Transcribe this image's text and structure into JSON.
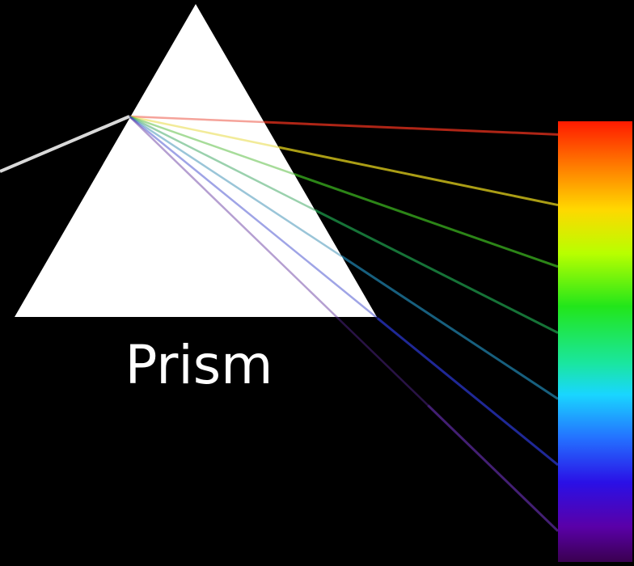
{
  "label": "Prism",
  "colors": {
    "background": "#000000",
    "prism": "#ffffff",
    "incident_ray": "#d9d9d9"
  },
  "rays": [
    {
      "color": "#e8321e",
      "spectrum_position": 0.03
    },
    {
      "color": "#e3d21c",
      "spectrum_position": 0.19
    },
    {
      "color": "#3bb21f",
      "spectrum_position": 0.33
    },
    {
      "color": "#1e9a4a",
      "spectrum_position": 0.48
    },
    {
      "color": "#1f7fa8",
      "spectrum_position": 0.63
    },
    {
      "color": "#2a36c8",
      "spectrum_position": 0.78
    },
    {
      "color": "#5a2a9a",
      "spectrum_position": 0.93
    }
  ],
  "spectrum": [
    {
      "offset": 0.0,
      "color": "#ff1a00"
    },
    {
      "offset": 0.1,
      "color": "#ff7a00"
    },
    {
      "offset": 0.2,
      "color": "#ffd800"
    },
    {
      "offset": 0.3,
      "color": "#b8ff00"
    },
    {
      "offset": 0.42,
      "color": "#22e61a"
    },
    {
      "offset": 0.55,
      "color": "#1ae6a0"
    },
    {
      "offset": 0.62,
      "color": "#19d6ff"
    },
    {
      "offset": 0.72,
      "color": "#2470ff"
    },
    {
      "offset": 0.82,
      "color": "#2a10e6"
    },
    {
      "offset": 0.92,
      "color": "#5a00a8"
    },
    {
      "offset": 1.0,
      "color": "#3a0050"
    }
  ]
}
